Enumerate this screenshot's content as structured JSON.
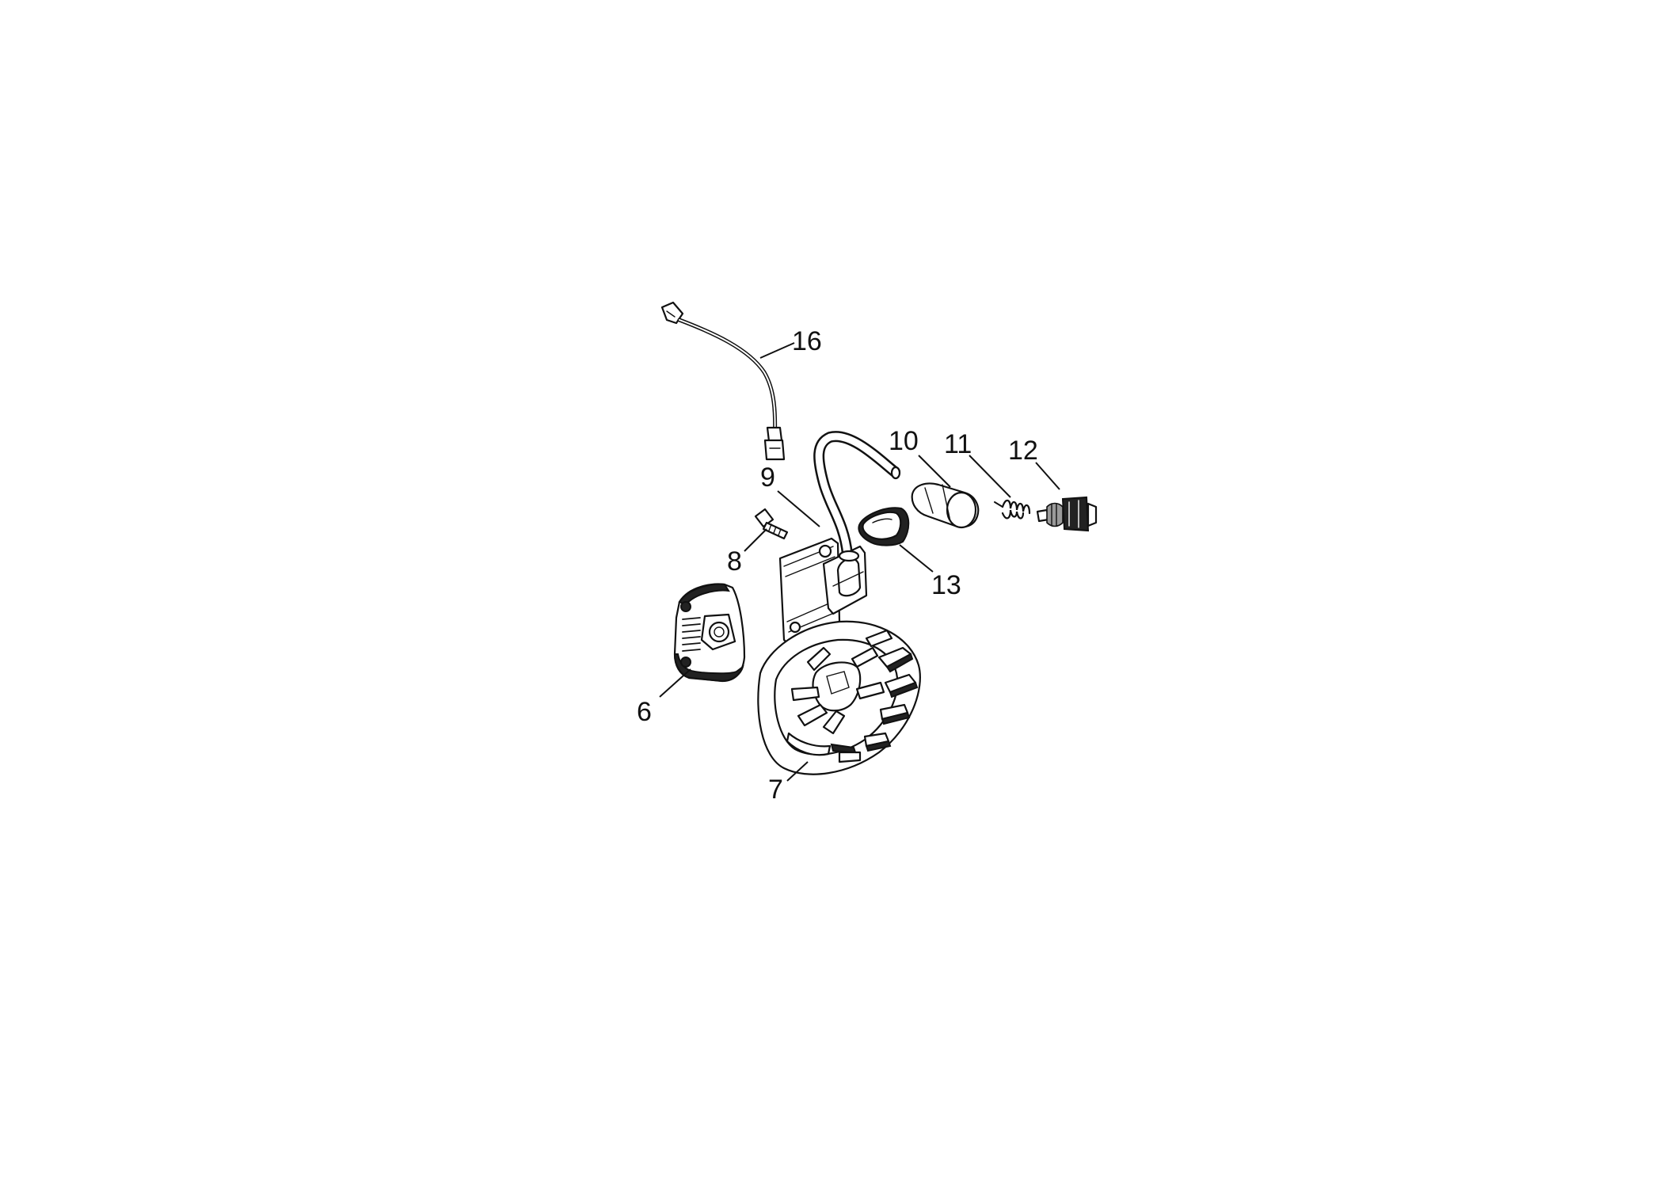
{
  "diagram": {
    "callouts": [
      {
        "id": "16",
        "label": "16"
      },
      {
        "id": "10",
        "label": "10"
      },
      {
        "id": "11",
        "label": "11"
      },
      {
        "id": "12",
        "label": "12"
      },
      {
        "id": "9",
        "label": "9"
      },
      {
        "id": "8",
        "label": "8"
      },
      {
        "id": "13",
        "label": "13"
      },
      {
        "id": "6",
        "label": "6"
      },
      {
        "id": "7",
        "label": "7"
      }
    ]
  }
}
